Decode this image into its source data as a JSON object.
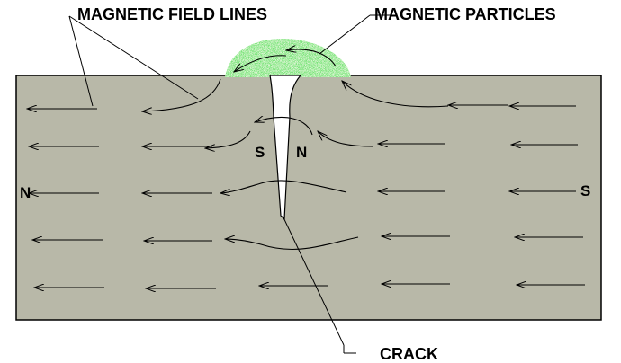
{
  "labels": {
    "field_lines": "MAGNETIC FIELD LINES",
    "particles": "MAGNETIC PARTICLES",
    "crack": "CRACK"
  },
  "poles": {
    "left": "N",
    "right": "S",
    "crack_left": "S",
    "crack_right": "N"
  },
  "colors": {
    "specimen_fill": "#b8b8a8",
    "particles": "#33cc33",
    "crack": "#ffffff",
    "line": "#000000"
  }
}
